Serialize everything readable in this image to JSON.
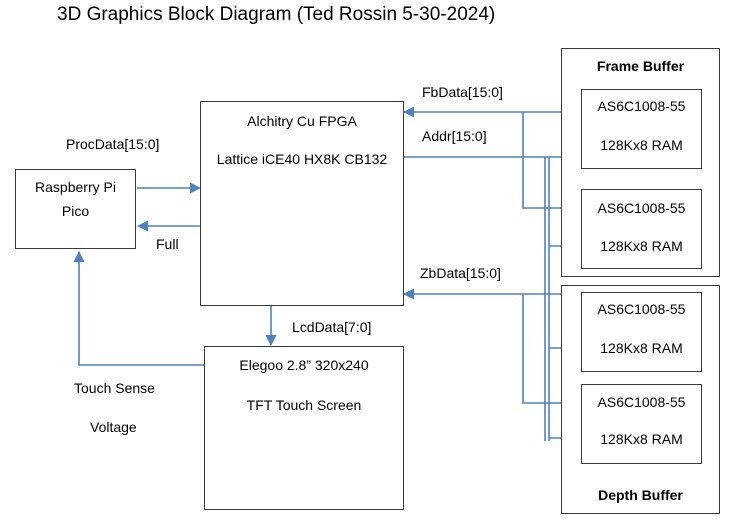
{
  "title": "3D Graphics Block Diagram (Ted Rossin 5-30-2024)",
  "blocks": {
    "pico": {
      "line1": "Raspberry Pi",
      "line2": "Pico"
    },
    "fpga": {
      "line1": "Alchitry Cu FPGA",
      "line2": "Lattice iCE40 HX8K CB132"
    },
    "lcd": {
      "line1": "Elegoo 2.8” 320x240",
      "line2": "TFT Touch Screen"
    },
    "frame_buffer": {
      "label": "Frame Buffer"
    },
    "depth_buffer": {
      "label": "Depth Buffer"
    },
    "rams": [
      {
        "part": "AS6C1008-55",
        "size": "128Kx8 RAM"
      },
      {
        "part": "AS6C1008-55",
        "size": "128Kx8 RAM"
      },
      {
        "part": "AS6C1008-55",
        "size": "128Kx8 RAM"
      },
      {
        "part": "AS6C1008-55",
        "size": "128Kx8 RAM"
      }
    ]
  },
  "signals": {
    "proc_data": "ProcData[15:0]",
    "full": "Full",
    "fb_data": "FbData[15:0]",
    "addr": "Addr[15:0]",
    "zb_data": "ZbData[15:0]",
    "lcd_data": "LcdData[7:0]",
    "touch_sense_1": "Touch Sense",
    "touch_sense_2": "Voltage"
  },
  "colors": {
    "wire": "#4f81bd",
    "border": "#3a3a3a"
  }
}
